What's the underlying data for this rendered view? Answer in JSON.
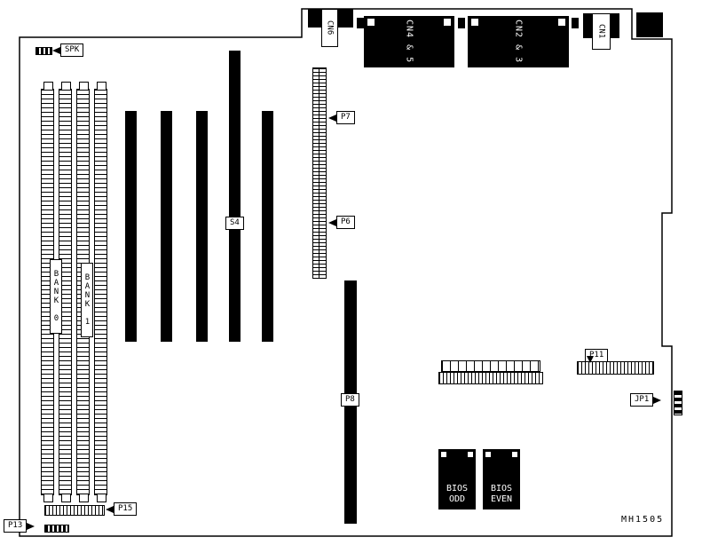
{
  "board": {
    "part_number": "MH1505"
  },
  "callouts": {
    "spk": "SPK",
    "p7": "P7",
    "p6": "P6",
    "s4": "S4",
    "p8": "P8",
    "p11": "P11",
    "jp1": "JP1",
    "p15": "P15",
    "p13": "P13"
  },
  "rear_connectors": {
    "cn6": "CN6",
    "cn4_5": "CN4 & 5",
    "cn2_3": "CN2 & 3",
    "cn1": "CN1"
  },
  "memory_banks": {
    "bank0": "BANK 0",
    "bank1": "BANK 1"
  },
  "chips": {
    "bios_odd": {
      "line1": "BIOS",
      "line2": "ODD"
    },
    "bios_even": {
      "line1": "BIOS",
      "line2": "EVEN"
    }
  }
}
